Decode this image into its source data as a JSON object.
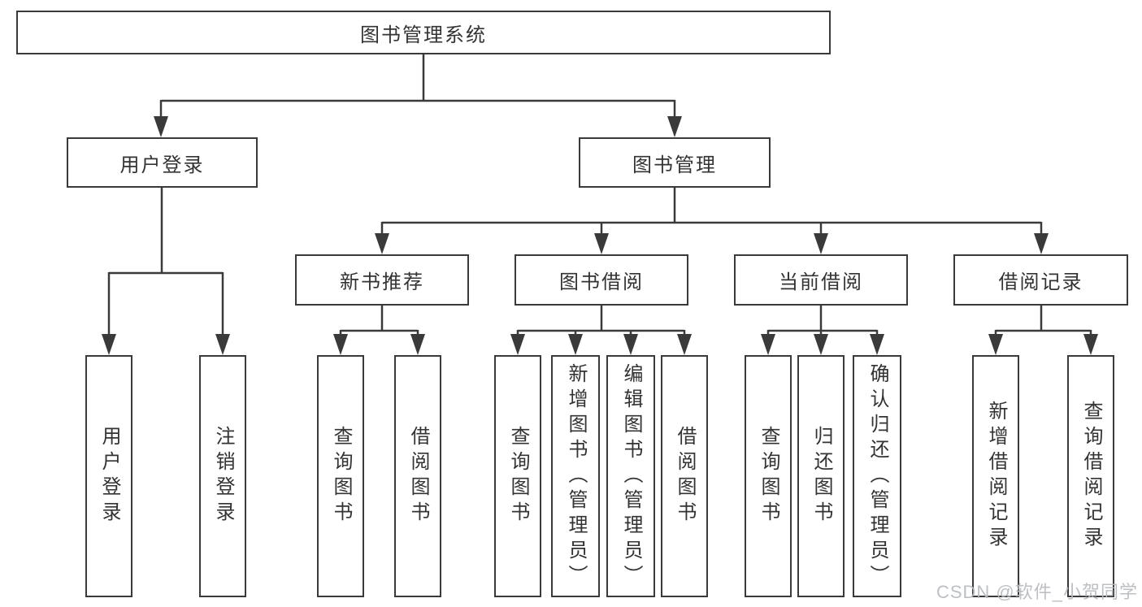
{
  "diagram_title": "图书管理系统",
  "nodes": {
    "root": "图书管理系统",
    "user_login": "用户登录",
    "book_mgmt": "图书管理",
    "new_book_rec": "新书推荐",
    "book_borrow": "图书借阅",
    "current_borrow": "当前借阅",
    "borrow_records": "借阅记录",
    "leaf_login": "用户登录",
    "leaf_logout": "注销登录",
    "leaf_rec_query": "查询图书",
    "leaf_rec_borrow": "借阅图书",
    "leaf_bb_query": "查询图书",
    "leaf_bb_add": "新增图书（管理员）",
    "leaf_bb_edit": "编辑图书（管理员）",
    "leaf_bb_borrow": "借阅图书",
    "leaf_cb_query": "查询图书",
    "leaf_cb_return": "归还图书",
    "leaf_cb_confirm": "确认归还（管理员）",
    "leaf_br_add": "新增借阅记录",
    "leaf_br_query": "查询借阅记录"
  },
  "hierarchy": {
    "图书管理系统": {
      "用户登录": [
        "用户登录",
        "注销登录"
      ],
      "图书管理": {
        "新书推荐": [
          "查询图书",
          "借阅图书"
        ],
        "图书借阅": [
          "查询图书",
          "新增图书（管理员）",
          "编辑图书（管理员）",
          "借阅图书"
        ],
        "当前借阅": [
          "查询图书",
          "归还图书",
          "确认归还（管理员）"
        ],
        "借阅记录": [
          "新增借阅记录",
          "查询借阅记录"
        ]
      }
    }
  },
  "watermark": "CSDN @软件_小贺同学",
  "colors": {
    "line": "#3a3a3a",
    "text": "#333333",
    "background": "#ffffff",
    "watermark": "#b6babf"
  }
}
